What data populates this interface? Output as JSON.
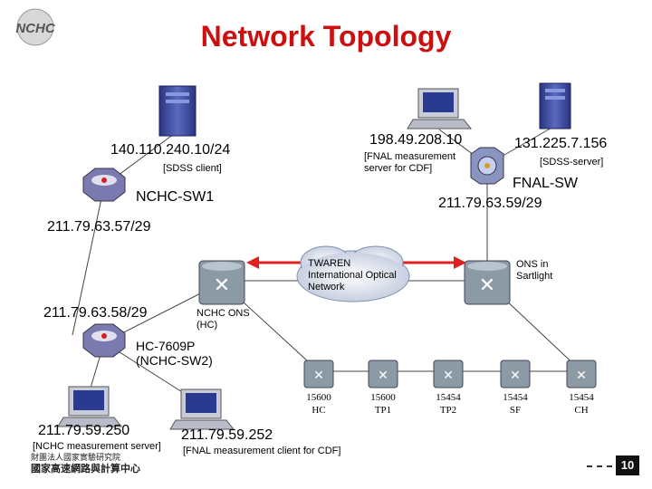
{
  "title": "Network Topology",
  "logo": {
    "text": "NCHC"
  },
  "nodes": {
    "sdss_client_ip": "140.110.240.10/24",
    "sdss_client_label": "[SDSS client]",
    "fnal_server_ip": "198.49.208.10",
    "fnal_server_label": "[FNAL measurement server for CDF]",
    "sdss_server_ip": "131.225.7.156",
    "sdss_server_label": "[SDSS-server]",
    "nchc_sw1_label": "NCHC-SW1",
    "fnal_sw_label": "FNAL-SW",
    "fnal_sw_ip": "211.79.63.59/29",
    "nchc_sw1_ip": "211.79.63.57/29",
    "twaren_label": "TWAREN International Optical Network",
    "ons_sartlight_label": "ONS in Sartlight",
    "sw2_ip": "211.79.63.58/29",
    "nchc_ons_label": "NCHC ONS (HC)",
    "hc7609_label": "HC-7609P (NCHC-SW2)",
    "nchc_client_ip": "211.79.59.250",
    "nchc_client_label": "[NCHC measurement server]",
    "fnal_client_ip": "211.79.59.252",
    "fnal_client_label": "[FNAL measurement client for CDF]"
  },
  "ring_nodes": [
    {
      "model": "15600",
      "site": "HC"
    },
    {
      "model": "15600",
      "site": "TP1"
    },
    {
      "model": "15454",
      "site": "TP2"
    },
    {
      "model": "15454",
      "site": "SF"
    },
    {
      "model": "15454",
      "site": "CH"
    }
  ],
  "footer": {
    "org_line1": "財團法人國家實驗研究院",
    "org_line2": "國家高速網路與計算中心",
    "slide_number": "10"
  },
  "colors": {
    "title": "#cc1010",
    "link_arrow": "#e02020",
    "server": "#3a4aa0",
    "router": "#8c9aa6",
    "switch": "#7a7ab0",
    "cloud": "#c8d0e0"
  }
}
